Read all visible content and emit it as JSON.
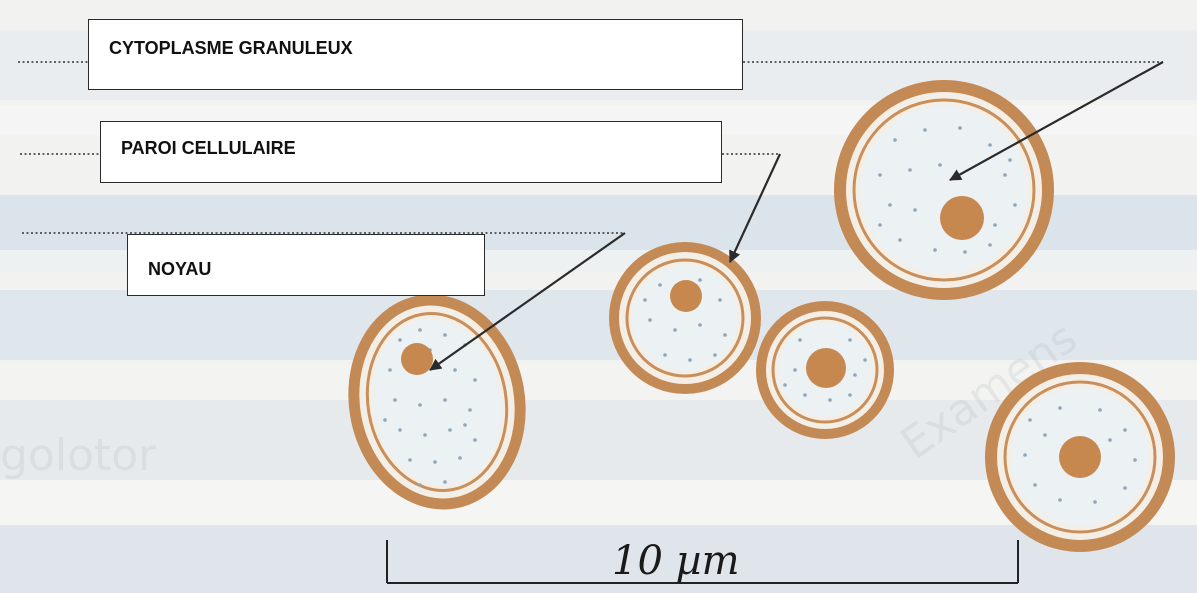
{
  "labels": {
    "cytoplasm": "CYTOPLASME GRANULEUX",
    "cell_wall": "PAROI CELLULAIRE",
    "nucleus": "NOYAU"
  },
  "scale_bar": {
    "text": "10 µm"
  },
  "colors": {
    "cell_wall": "#c48a56",
    "nucleus": "#c6884f",
    "cytoplasm_dots": "#8fa6b8",
    "band_light": "#f3f3f1",
    "band_blue": "#dde5ec"
  }
}
